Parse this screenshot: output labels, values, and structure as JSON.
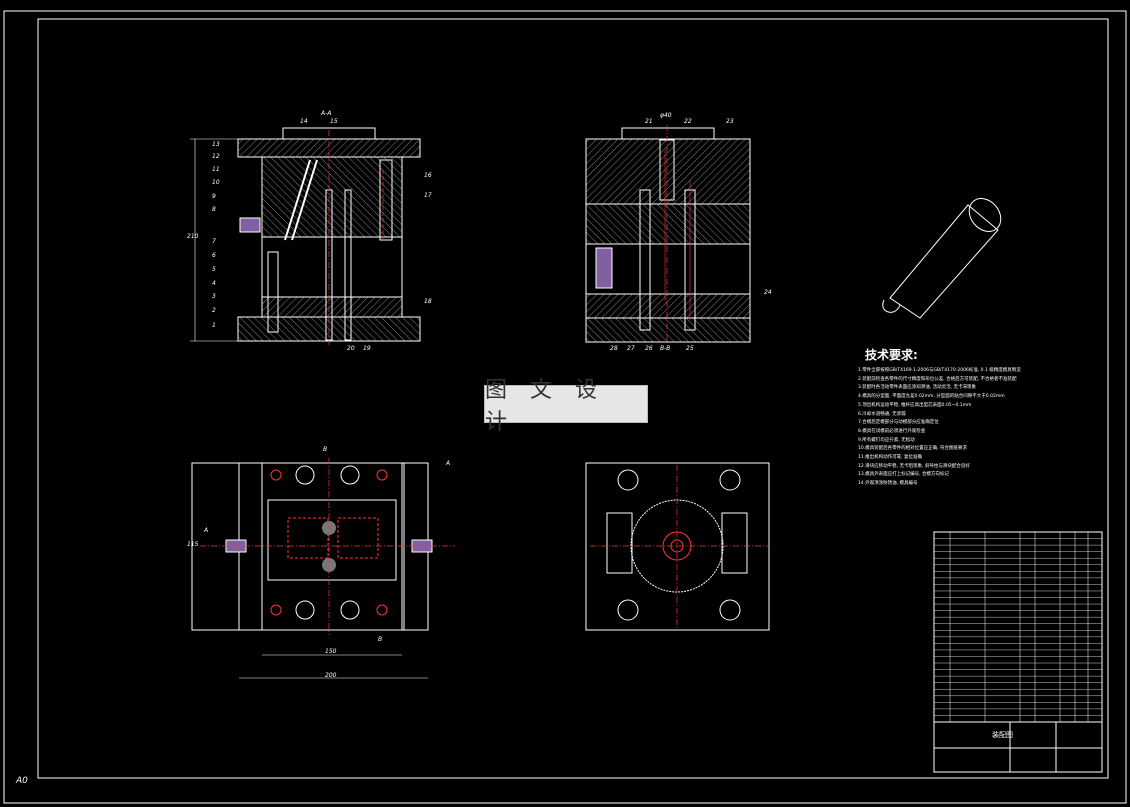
{
  "watermark": "图 文 设 计",
  "sheet_size": "A0",
  "section_labels": {
    "aa": "A-A",
    "bb": "B-B",
    "b_top": "B",
    "b_bottom": "B",
    "a_left": "A",
    "a_right": "A"
  },
  "dimensions": {
    "height": "210",
    "width_inner": "150",
    "width_outer": "200",
    "side": "115",
    "top_dim": "φ40"
  },
  "part_numbers_left": [
    "13",
    "12",
    "11",
    "10",
    "9",
    "8",
    "7",
    "6",
    "5",
    "4",
    "3",
    "2",
    "1"
  ],
  "part_numbers_right": [
    "14",
    "15",
    "16",
    "17",
    "18",
    "19",
    "20"
  ],
  "part_numbers_bb": [
    "21",
    "22",
    "23",
    "24",
    "25",
    "26",
    "27",
    "28"
  ],
  "technical_requirements": {
    "title": "技术要求:",
    "notes": [
      "1.零件全部按照GB/T4169.1-2006与GB/T4170-2006标准, 0.1 级精度模具制造",
      "2.装配前检查各零件的尺寸精度和形位公差, 合格后方可装配, 不合格者不准装配",
      "3.装配时各活动零件表面应涂润滑油, 活动灵活, 无卡滞现象",
      "4.模具的分型面, 平面度允差0.02mm, 分型面的贴合间隙不大于0.02mm",
      "5.顶出机构运动平稳, 推杆应高出型芯表面0.05~0.1mm",
      "6.冷却水道畅通, 无渗漏",
      "7.合模后定模部分与动模部分应准确定位",
      "8.模具在试模前必须进行外观检查",
      "9.所有螺钉均应拧紧, 无松动",
      "10.模具装配后各零件的相对位置应正确, 符合图纸要求",
      "11.推出机构动作可靠, 复位准确",
      "12.滑块应移动平稳, 无卡阻现象, 斜导柱与滑块配合良好",
      "13.模具外表面应打上标记编号, 合模方向标记",
      "14.外观须涂防锈油, 模具编号"
    ]
  },
  "title_block": {
    "title": "装配图"
  }
}
